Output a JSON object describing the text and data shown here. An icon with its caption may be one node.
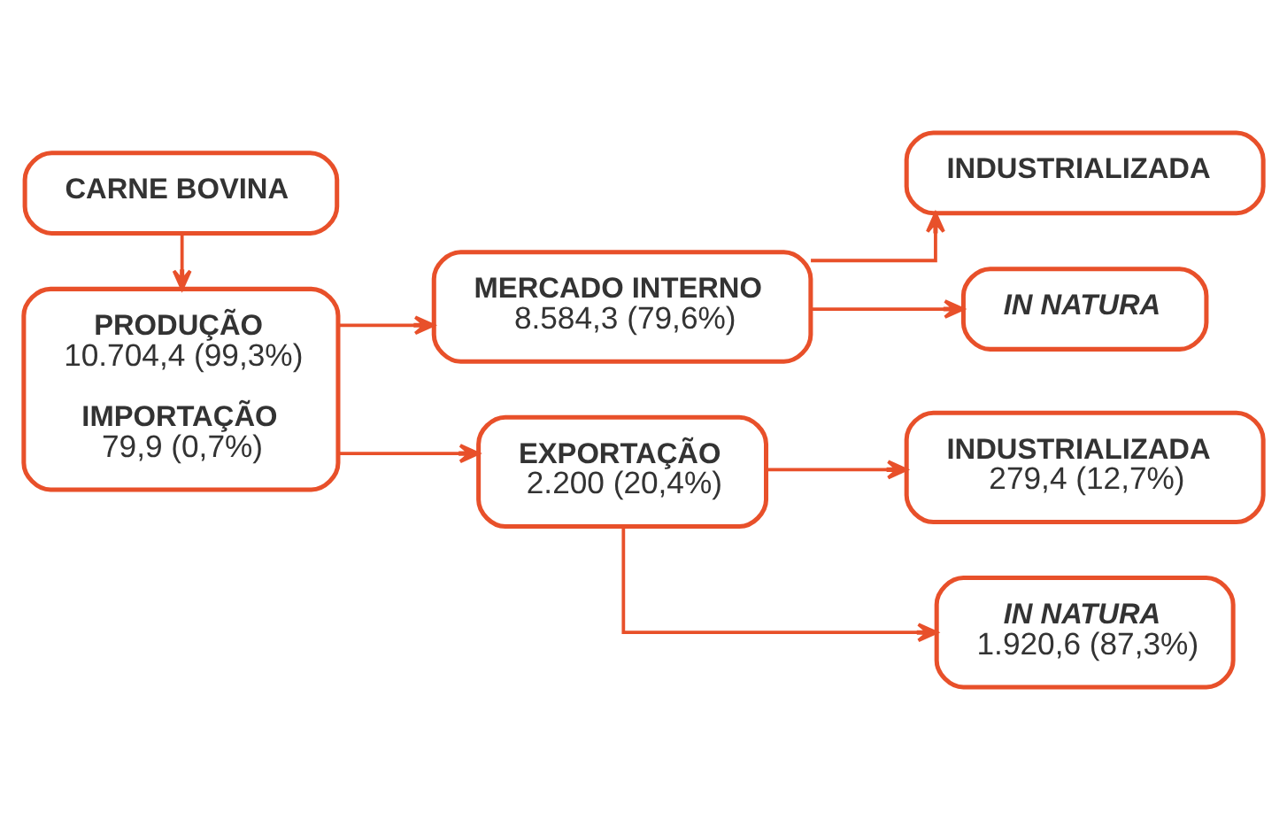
{
  "diagram": {
    "nodes": [
      {
        "text": [
          "CARNE BOVINA"
        ]
      },
      {
        "text": [
          "PRODUÇÃO",
          "10.704,4 (99,3%)",
          "IMPORTAÇÃO",
          "79,9 (0,7%)"
        ]
      },
      {
        "text": [
          "MERCADO INTERNO",
          "8.584,3 (79,6%)"
        ]
      },
      {
        "text": [
          "EXPORTAÇÃO",
          "2.200 (20,4%)"
        ]
      },
      {
        "text": [
          "INDUSTRIALIZADA"
        ]
      },
      {
        "text": [
          "IN NATURA"
        ]
      },
      {
        "text": [
          "INDUSTRIALIZADA",
          "279,4 (12,7%)"
        ]
      },
      {
        "text": [
          "IN NATURA",
          "1.920,6 (87,3%)"
        ]
      }
    ],
    "edges": [
      {
        "from": 0,
        "to": 1,
        "arrow": "to"
      },
      {
        "from": 1,
        "to": 2,
        "arrow": "to"
      },
      {
        "from": 1,
        "to": 3,
        "arrow": "to"
      },
      {
        "from": 2,
        "to": 4,
        "arrow": "to"
      },
      {
        "from": 2,
        "to": 5,
        "arrow": "to"
      },
      {
        "from": 3,
        "to": 6,
        "arrow": "to"
      },
      {
        "from": 3,
        "to": 7,
        "arrow": "to"
      }
    ]
  }
}
